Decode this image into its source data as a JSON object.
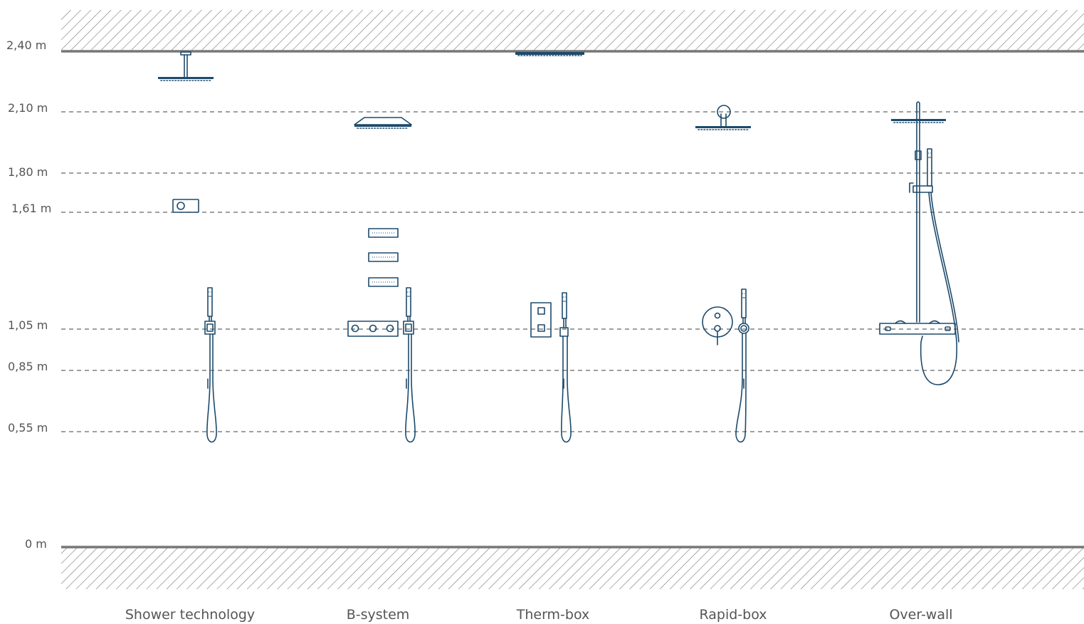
{
  "heights": {
    "h240": "2,40 m",
    "h210": "2,10 m",
    "h180": "1,80 m",
    "h161": "1,61 m",
    "h105": "1,05 m",
    "h085": "0,85 m",
    "h055": "0,55 m",
    "h000": "0 m"
  },
  "columns": [
    {
      "label": "Shower technology"
    },
    {
      "label": "B-system"
    },
    {
      "label": "Therm-box"
    },
    {
      "label": "Rapid-box"
    },
    {
      "label": "Over-wall"
    }
  ],
  "colors": {
    "fixture": "#1d4a6b",
    "lines": "#666666",
    "hatch": "#777777"
  }
}
